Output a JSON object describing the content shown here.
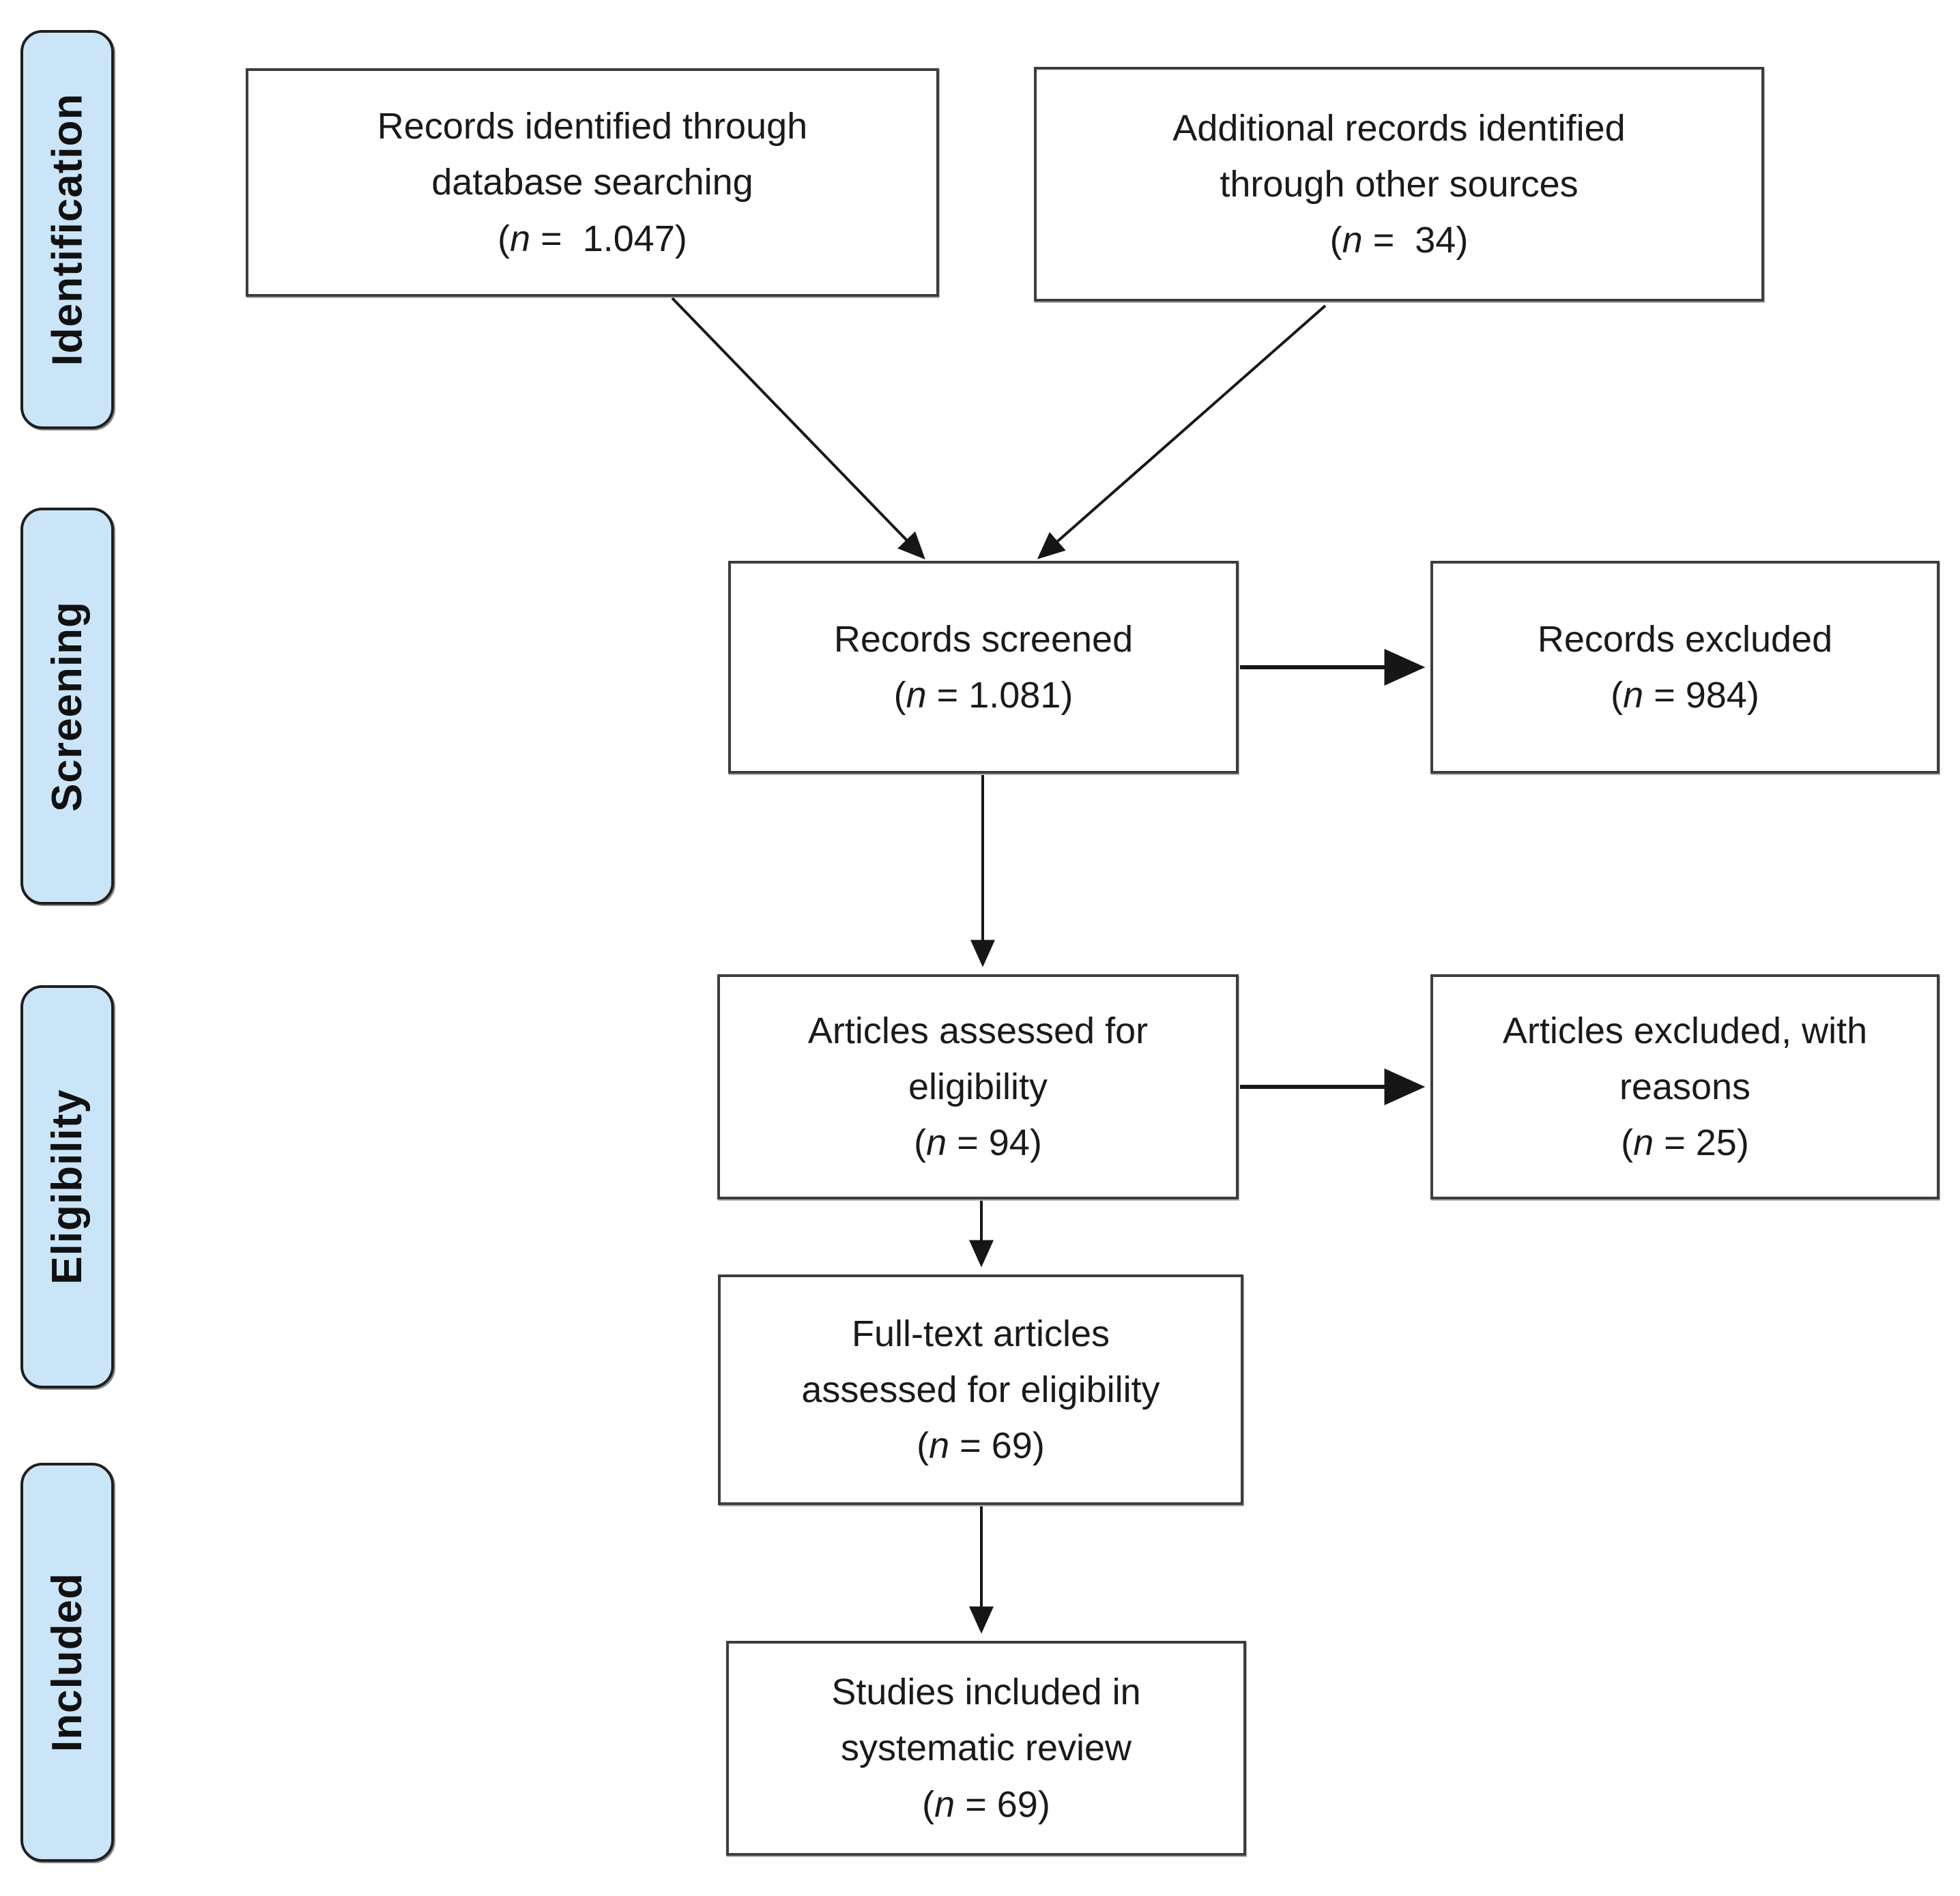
{
  "diagram_type": "prisma-flow",
  "colors": {
    "background": "#ffffff",
    "stage_fill": "#cbe5f8",
    "stage_border": "#1f1f1f",
    "box_fill": "#ffffff",
    "box_border": "#3d3d3d",
    "arrow": "#161616",
    "text": "#1a1a1a"
  },
  "stages": [
    "Identification",
    "Screening",
    "Eligibility",
    "Included"
  ],
  "boxes": {
    "records_identified": {
      "lines": [
        "Records identified through",
        "database searching"
      ],
      "n": {
        "open": "(",
        "symbol": "n",
        "eq": " =  ",
        "value": "1.047",
        "close": ")"
      }
    },
    "additional_records": {
      "lines": [
        "Additional records identified",
        "through other sources"
      ],
      "n": {
        "open": "(",
        "symbol": "n",
        "eq": " =  ",
        "value": "34",
        "close": ")"
      }
    },
    "records_screened": {
      "lines": [
        "Records screened"
      ],
      "n": {
        "open": "(",
        "symbol": "n",
        "eq": " = ",
        "value": "1.081",
        "close": ")"
      }
    },
    "records_excluded": {
      "lines": [
        "Records excluded"
      ],
      "n": {
        "open": "(",
        "symbol": "n",
        "eq": " = ",
        "value": "984",
        "close": ")"
      }
    },
    "articles_assessed": {
      "lines": [
        "Articles assessed for",
        "eligibility"
      ],
      "n": {
        "open": "(",
        "symbol": "n",
        "eq": " = ",
        "value": "94",
        "close": ")"
      }
    },
    "articles_excluded": {
      "lines": [
        "Articles excluded, with",
        "reasons"
      ],
      "n": {
        "open": "(",
        "symbol": "n",
        "eq": " = ",
        "value": "25",
        "close": ")"
      }
    },
    "fulltext_assessed": {
      "lines": [
        "Full-text articles",
        "assessed for eligibility"
      ],
      "n": {
        "open": "(",
        "symbol": "n",
        "eq": " = ",
        "value": "69",
        "close": ")"
      }
    },
    "studies_included": {
      "lines": [
        "Studies included in",
        "systematic review"
      ],
      "n": {
        "open": "(",
        "symbol": "n",
        "eq": " = ",
        "value": "69",
        "close": ")"
      }
    }
  },
  "connections": [
    {
      "from": "records_identified",
      "to": "records_screened"
    },
    {
      "from": "additional_records",
      "to": "records_screened"
    },
    {
      "from": "records_screened",
      "to": "records_excluded"
    },
    {
      "from": "records_screened",
      "to": "articles_assessed"
    },
    {
      "from": "articles_assessed",
      "to": "articles_excluded"
    },
    {
      "from": "articles_assessed",
      "to": "fulltext_assessed"
    },
    {
      "from": "fulltext_assessed",
      "to": "studies_included"
    }
  ]
}
